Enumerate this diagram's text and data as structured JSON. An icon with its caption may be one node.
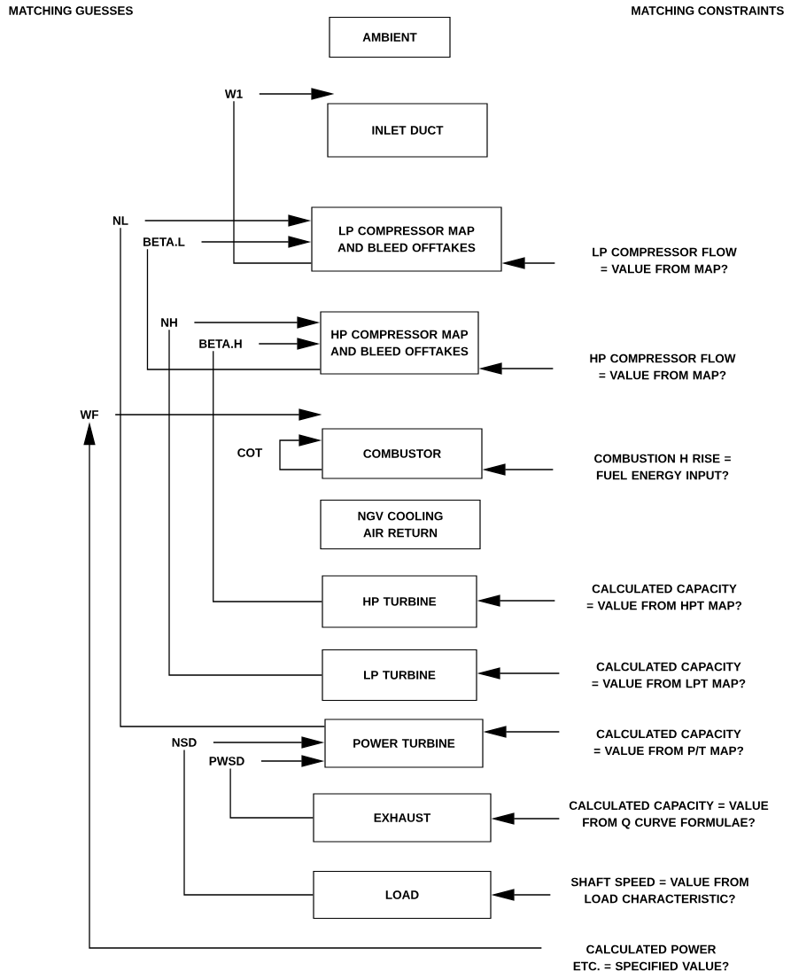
{
  "diagram": {
    "nodes": [
      {
        "text": [
          "AMBIENT"
        ]
      },
      {
        "text": [
          "INLET DUCT"
        ]
      },
      {
        "text": [
          "LP COMPRESSOR MAP AND BLEED OFFTAKES"
        ]
      },
      {
        "text": [
          "HP COMPRESSOR MAP AND BLEED OFFTAKES"
        ]
      },
      {
        "text": [
          "COMBUSTOR"
        ]
      },
      {
        "text": [
          "NGV COOLING AIR RETURN"
        ]
      },
      {
        "text": [
          "HP TURBINE"
        ]
      },
      {
        "text": [
          "LP TURBINE"
        ]
      },
      {
        "text": [
          "POWER TURBINE"
        ]
      },
      {
        "text": [
          "EXHAUST"
        ]
      },
      {
        "text": [
          "LOAD"
        ]
      },
      {
        "text": [
          "W1"
        ]
      },
      {
        "text": [
          "NL"
        ]
      },
      {
        "text": [
          "BETA.L"
        ]
      },
      {
        "text": [
          "NH"
        ]
      },
      {
        "text": [
          "BETA.H"
        ]
      },
      {
        "text": [
          "WF"
        ]
      },
      {
        "text": [
          "NSD"
        ]
      },
      {
        "text": [
          "PWSD"
        ]
      },
      {
        "text": [
          "LP COMPRESSOR FLOW = VALUE FROM MAP?"
        ]
      },
      {
        "text": [
          "HP COMPRESSOR FLOW = VALUE FROM MAP?"
        ]
      },
      {
        "text": [
          "COMBUSTION H RISE = FUEL ENERGY INPUT?"
        ]
      },
      {
        "text": [
          "CALCULATED CAPACITY = VALUE FROM HPT MAP?"
        ]
      },
      {
        "text": [
          "CALCULATED CAPACITY = VALUE FROM LPT MAP?"
        ]
      },
      {
        "text": [
          "CALCULATED CAPACITY = VALUE FROM P/T MAP?"
        ]
      },
      {
        "text": [
          "CALCULATED CAPACITY = VALUE FROM Q CURVE FORMULAE?"
        ]
      },
      {
        "text": [
          "SHAFT SPEED = VALUE FROM LOAD CHARACTERISTIC?"
        ]
      },
      {
        "text": [
          "CALCULATED POWER ETC. = SPECIFIED VALUE?"
        ]
      }
    ],
    "edges": [
      {
        "from": 11,
        "to": 1,
        "arrow": "to"
      },
      {
        "from": 12,
        "to": 2,
        "arrow": "to"
      },
      {
        "from": 13,
        "to": 2,
        "arrow": "to"
      },
      {
        "from": 11,
        "to": 2,
        "arrow": "none"
      },
      {
        "from": 12,
        "to": 8,
        "arrow": "none"
      },
      {
        "from": 13,
        "to": 3,
        "arrow": "none"
      },
      {
        "from": 14,
        "to": 3,
        "arrow": "to"
      },
      {
        "from": 15,
        "to": 3,
        "arrow": "to"
      },
      {
        "from": 14,
        "to": 7,
        "arrow": "none"
      },
      {
        "from": 15,
        "to": 6,
        "arrow": "none"
      },
      {
        "from": 16,
        "to": 4,
        "arrow": "to"
      },
      {
        "from": 4,
        "to": 4,
        "arrow": "to",
        "label": "COT"
      },
      {
        "from": 17,
        "to": 8,
        "arrow": "to"
      },
      {
        "from": 18,
        "to": 8,
        "arrow": "to"
      },
      {
        "from": 17,
        "to": 10,
        "arrow": "none"
      },
      {
        "from": 18,
        "to": 9,
        "arrow": "none"
      },
      {
        "from": 19,
        "to": 2,
        "arrow": "to"
      },
      {
        "from": 20,
        "to": 3,
        "arrow": "to"
      },
      {
        "from": 21,
        "to": 4,
        "arrow": "to"
      },
      {
        "from": 22,
        "to": 6,
        "arrow": "to"
      },
      {
        "from": 23,
        "to": 7,
        "arrow": "to"
      },
      {
        "from": 24,
        "to": 8,
        "arrow": "to"
      },
      {
        "from": 25,
        "to": 9,
        "arrow": "to"
      },
      {
        "from": 26,
        "to": 10,
        "arrow": "to"
      },
      {
        "from": 27,
        "to": 16,
        "arrow": "to"
      }
    ],
    "labels": [
      "MATCHING GUESSES",
      "MATCHING CONSTRAINTS"
    ]
  }
}
